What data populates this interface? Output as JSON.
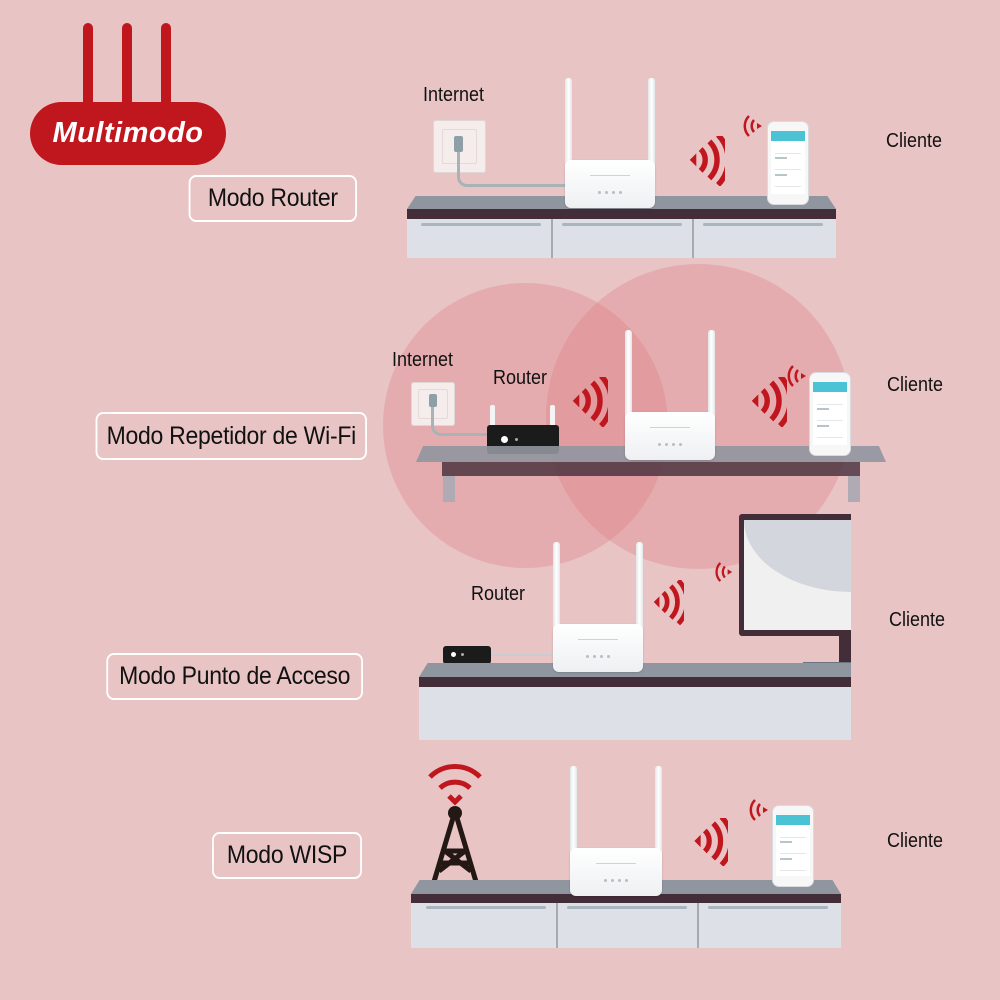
{
  "title": "Multimodo",
  "modes": [
    {
      "label": "Modo Router"
    },
    {
      "label": "Modo Repetidor de Wi-Fi"
    },
    {
      "label": "Modo Punto de Acceso"
    },
    {
      "label": "Modo WISP"
    }
  ],
  "scenes": {
    "router_mode": {
      "internet_label": "Internet",
      "client_label": "Cliente"
    },
    "repeater_mode": {
      "internet_label": "Internet",
      "router_label": "Router",
      "client_label": "Cliente"
    },
    "access_point_mode": {
      "router_label": "Router",
      "client_label": "Cliente"
    },
    "wisp_mode": {
      "client_label": "Cliente"
    }
  },
  "icons": {
    "logo": "router-logo-icon",
    "signal": "wifi-signal-icon",
    "tower": "cell-tower-icon",
    "socket": "wall-socket-icon",
    "phone": "smartphone-icon",
    "monitor": "monitor-icon"
  },
  "colors": {
    "background": "#e9c4c5",
    "accent": "#c0171f",
    "text": "#111111",
    "shelf_top": "#9096a0",
    "shelf_edge": "#432d38",
    "cabinet": "#dde0e6"
  }
}
